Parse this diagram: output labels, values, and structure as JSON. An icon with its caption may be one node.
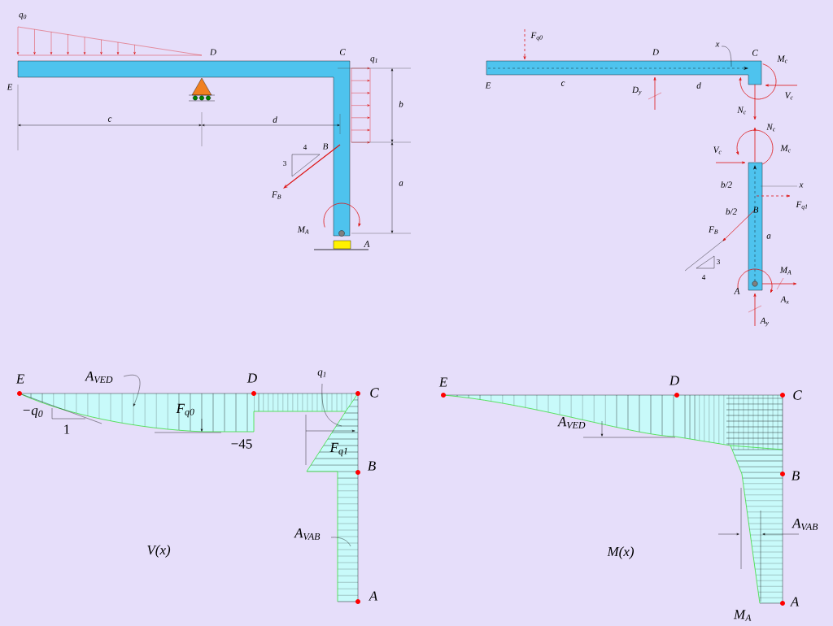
{
  "diagram": {
    "labels": [
      "q$_{0}$",
      "D",
      "C",
      "q$_{1}$",
      "E",
      "b",
      "c",
      "d",
      "4",
      "B",
      "3",
      "F$_{B}$",
      "a",
      "M$_{A}$",
      "A",
      "F$_{q0}$",
      "D",
      "x",
      "C",
      "M$_{c}$",
      "E",
      "c",
      "D$_{y}$",
      "d",
      "V$_{c}$",
      "N$_{c}$",
      "N$_{c}$",
      "V$_{c}$",
      "M$_{c}$",
      "b/2",
      "x",
      "F$_{q1}$",
      "b/2",
      "B",
      "F$_{B}$",
      "a",
      "3",
      "4",
      "M$_{A}$",
      "A",
      "A$_{x}$",
      "A$_{y}$",
      "E",
      "A$_{VED}$",
      "D",
      "q$_{1}$",
      "C",
      "−q$_{0}$",
      "F$_{q0}$",
      "1",
      "−45",
      "F$_{q1}$",
      "B",
      "A$_{VAB}$",
      "V(x)",
      "A",
      "E",
      "D",
      "C",
      "A$_{VED}$",
      "B",
      "A$_{VAB}$",
      "M(x)",
      "A",
      "M$_{A}$"
    ]
  }
}
